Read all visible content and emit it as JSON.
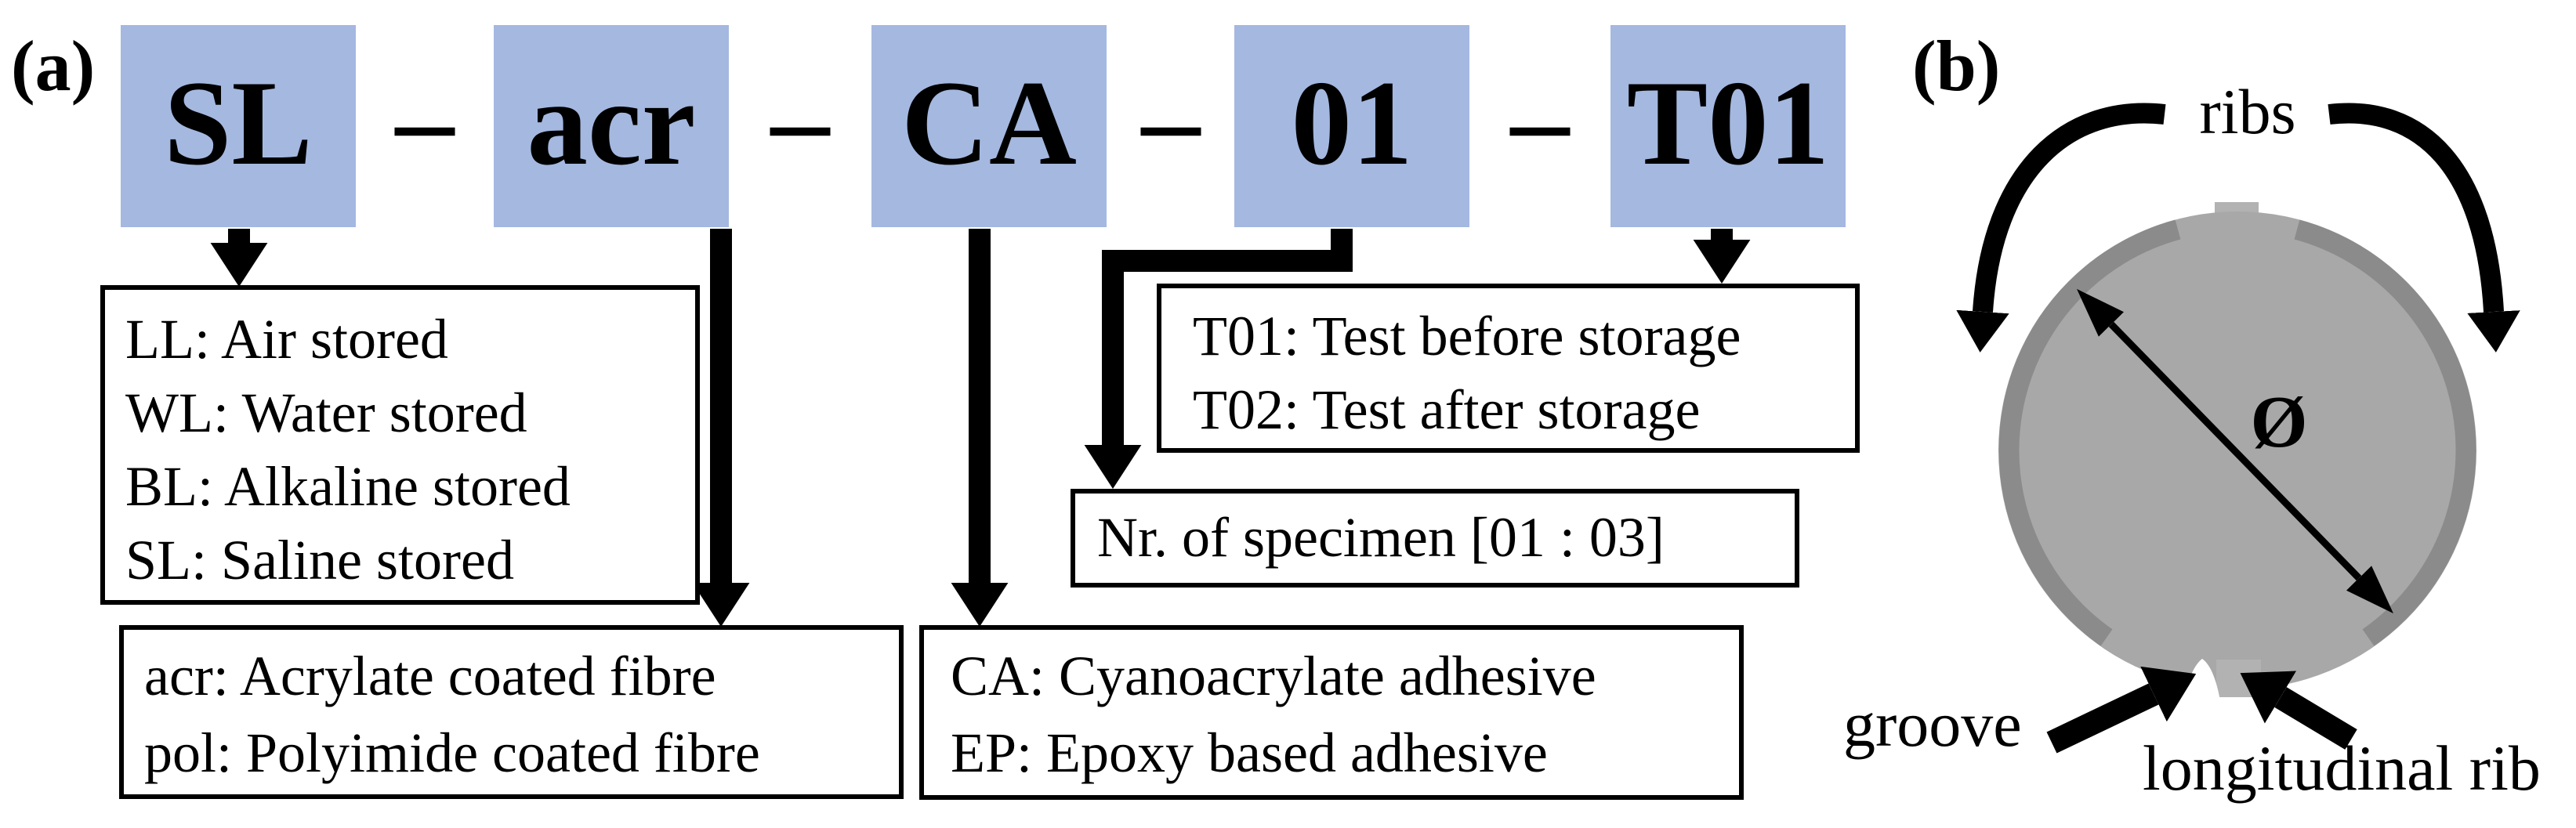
{
  "figure": {
    "panel_a": {
      "label": "(a)",
      "separator": "–",
      "chips": [
        {
          "label": "SL"
        },
        {
          "label": "acr"
        },
        {
          "label": "CA"
        },
        {
          "label": "01"
        },
        {
          "label": "T01"
        }
      ],
      "legends": [
        {
          "id": "storage",
          "lines": [
            "LL: Air stored",
            "WL: Water stored",
            "BL: Alkaline stored",
            "SL: Saline stored"
          ]
        },
        {
          "id": "test",
          "lines": [
            "T01: Test before storage",
            "T02: Test after storage"
          ]
        },
        {
          "id": "specimen",
          "lines": [
            "Nr. of specimen [01 : 03]"
          ]
        },
        {
          "id": "fibre-coating",
          "lines": [
            "acr: Acrylate coated fibre",
            "pol: Polyimide coated fibre"
          ]
        },
        {
          "id": "adhesive",
          "lines": [
            "CA: Cyanoacrylate adhesive",
            "EP: Epoxy based adhesive"
          ]
        }
      ]
    },
    "panel_b": {
      "label": "(b)",
      "labels": {
        "ribs": "ribs",
        "diameter_symbol": "Ø",
        "groove": "groove",
        "longitudinal_rib": "longitudinal rib"
      }
    }
  },
  "colors": {
    "chip_blue": "#a4b8e0",
    "fibre_gray": "#a8a8a8",
    "rib_dark_gray": "#8b8b8b",
    "tab_gray": "#b2b2b2",
    "ink": "#000000",
    "paper": "#ffffff"
  }
}
